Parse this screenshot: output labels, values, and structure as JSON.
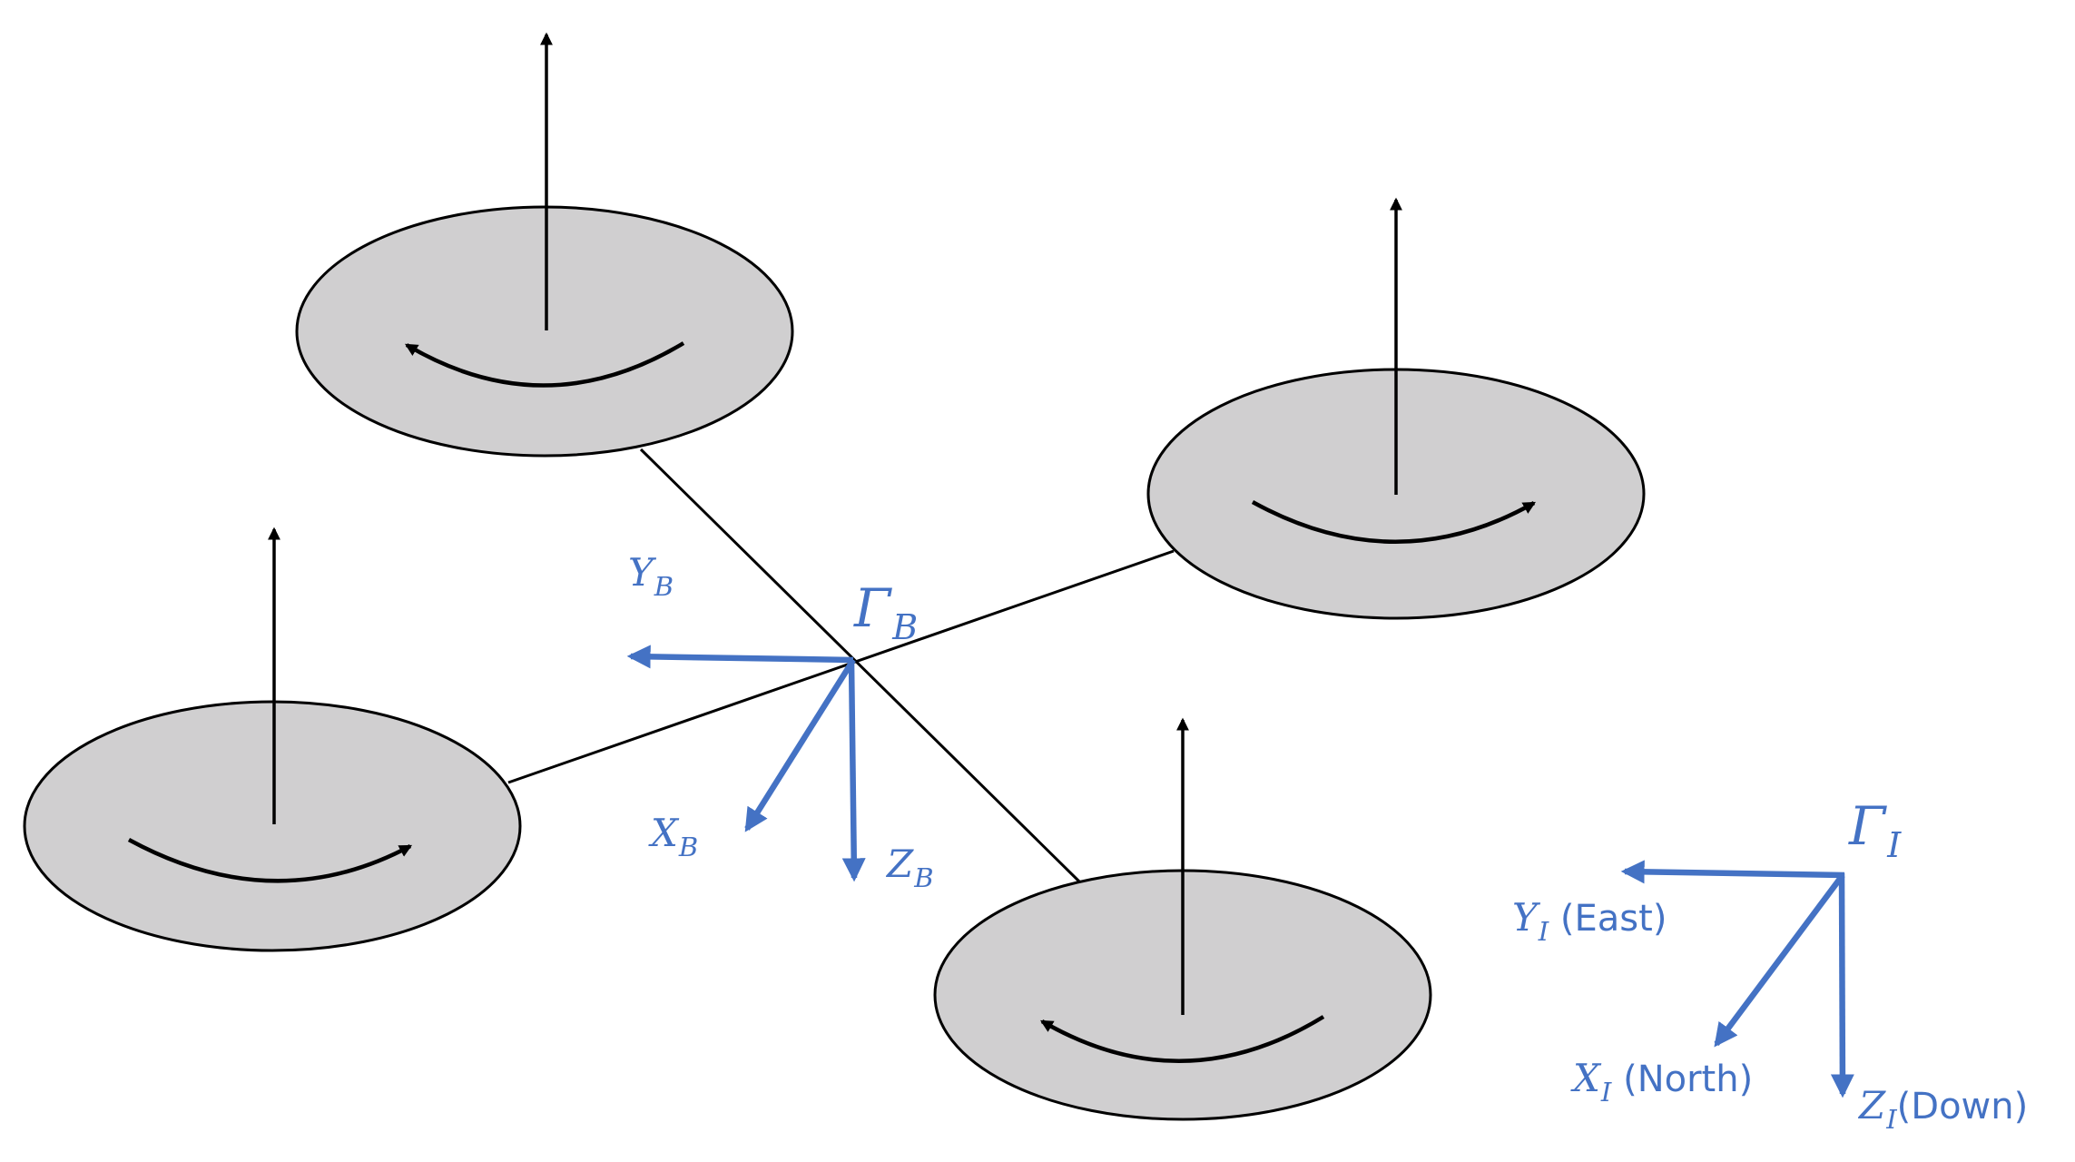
{
  "body_frame": {
    "symbol": "Γ",
    "symbol_sub": "B",
    "axes": [
      {
        "letter": "Y",
        "sub": "B"
      },
      {
        "letter": "X",
        "sub": "B"
      },
      {
        "letter": "Z",
        "sub": "B"
      }
    ]
  },
  "inertial_frame": {
    "symbol": "Γ",
    "symbol_sub": "I",
    "axes": [
      {
        "letter": "Y",
        "sub": "I",
        "word": " (East)"
      },
      {
        "letter": "X",
        "sub": "I",
        "word": " (North)"
      },
      {
        "letter": "Z",
        "sub": "I",
        "word": "(Down)"
      }
    ]
  },
  "colors": {
    "axis": "#4472c4",
    "rotor": "#d0cfd0",
    "line": "#000000"
  }
}
